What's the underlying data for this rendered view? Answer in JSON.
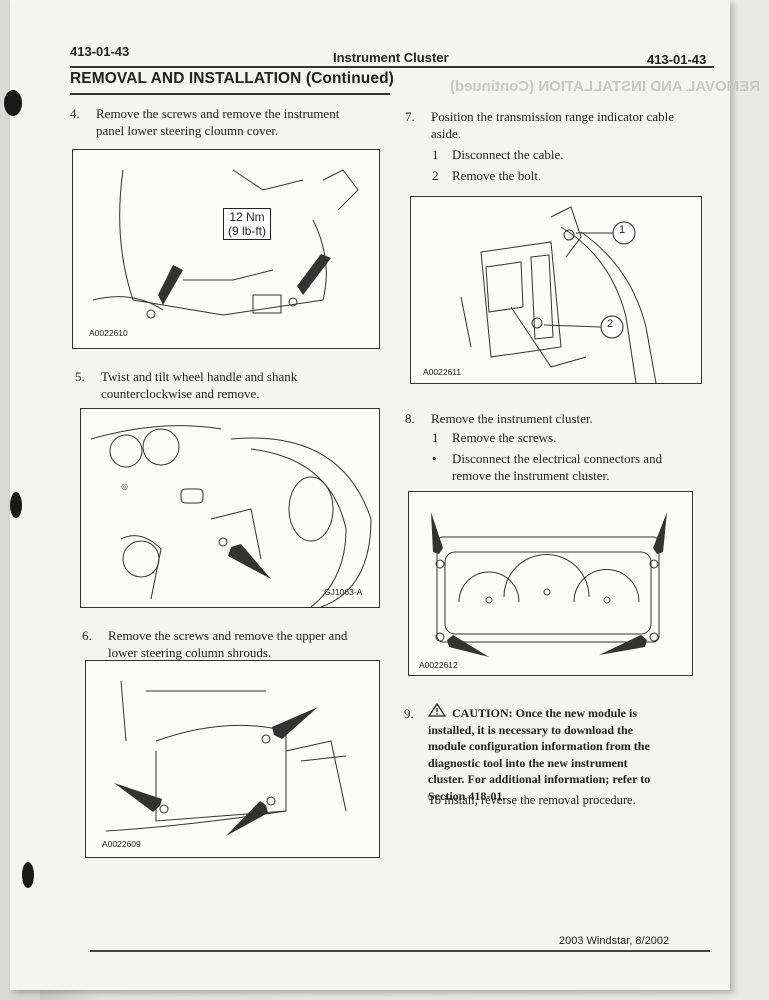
{
  "header": {
    "left_code": "413-01-43",
    "center_title": "Instrument Cluster",
    "right_code": "413-01-43"
  },
  "section_title": "REMOVAL AND INSTALLATION (Continued)",
  "steps": {
    "s4": {
      "num": "4.",
      "line1": "Remove the screws and remove the instrument",
      "line2": "panel lower steering cloumn cover."
    },
    "s5": {
      "num": "5.",
      "line1": "Twist and tilt wheel handle and shank",
      "line2": "counterclockwise and remove."
    },
    "s6": {
      "num": "6.",
      "line1": "Remove the screws and remove the upper and",
      "line2": "lower steering column shrouds."
    },
    "s7": {
      "num": "7.",
      "line1": "Position the transmission range indicator cable",
      "line2": "aside.",
      "sub1_num": "1",
      "sub1": "Disconnect the cable.",
      "sub2_num": "2",
      "sub2": "Remove the bolt."
    },
    "s8": {
      "num": "8.",
      "line1": "Remove the instrument cluster.",
      "sub1_num": "1",
      "sub1": "Remove the screws.",
      "bullet": "•",
      "bullet_line1": "Disconnect the electrical connectors and",
      "bullet_line2": "remove the instrument cluster."
    },
    "s9": {
      "num": "9.",
      "caution_lines": [
        "CAUTION: Once the new module is",
        "installed, it is necessary to download the",
        "module configuration information from the",
        "diagnostic tool into the new instrument",
        "cluster. For additional information; refer to",
        "Section 418-01."
      ],
      "note": "To install, reverse the removal procedure."
    }
  },
  "figures": {
    "f1": {
      "label": "A0022610",
      "torque_line1": "12 Nm",
      "torque_line2": "(9 lb-ft)"
    },
    "f2": {
      "label": "GJ1063-A"
    },
    "f3": {
      "label": "A0022609"
    },
    "f4": {
      "label": "A0022611",
      "callout1": "1",
      "callout2": "2"
    },
    "f5": {
      "label": "A0022612"
    }
  },
  "footer": "2003 Windstar, 8/2002"
}
